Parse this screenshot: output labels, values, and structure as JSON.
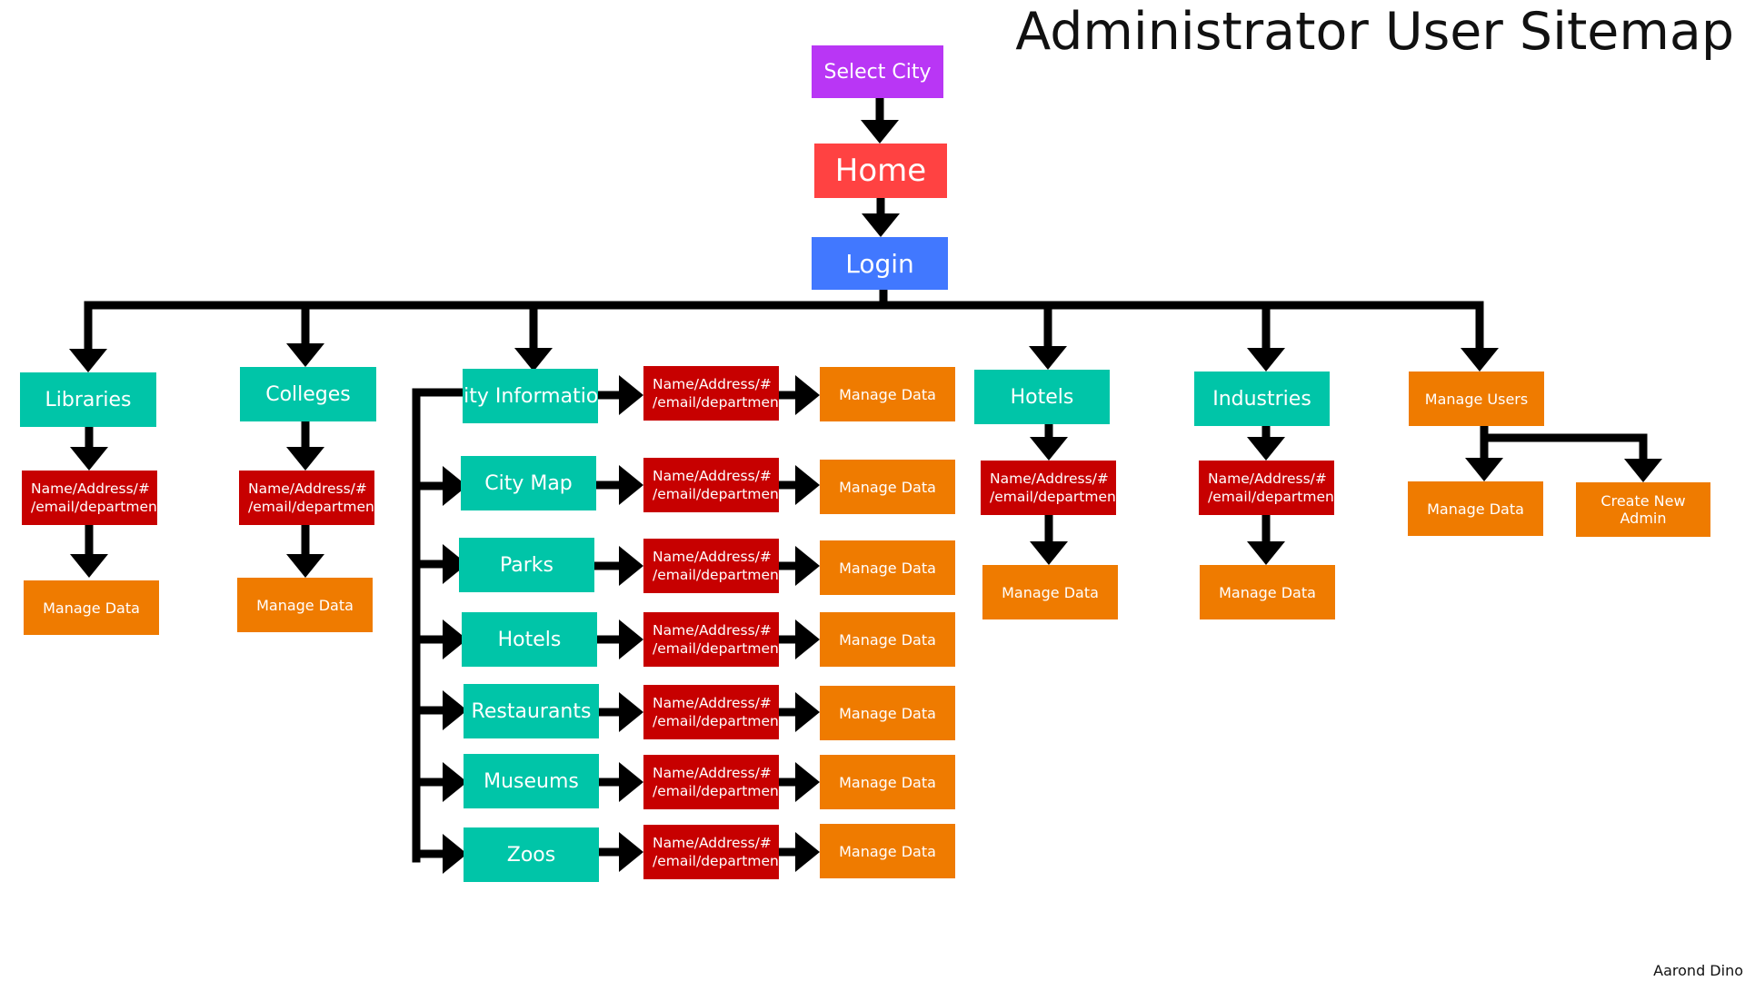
{
  "title": "Administrator User Sitemap",
  "credit": "Aarond Dino",
  "colors": {
    "select_city": "#b936f5",
    "home": "#ff4242",
    "login": "#4178ff",
    "section": "#00c5a8",
    "record": "#c70000",
    "action": "#ef7b00",
    "connector": "#000000"
  },
  "nodes": {
    "select_city": "Select City",
    "home": "Home",
    "login": "Login",
    "libraries": "Libraries",
    "colleges": "Colleges",
    "city_information": "City Information",
    "city_map": "City Map",
    "parks": "Parks",
    "hotels_city": "Hotels",
    "restaurants": "Restaurants",
    "museums": "Museums",
    "zoos": "Zoos",
    "hotels": "Hotels",
    "industries": "Industries",
    "manage_users": "Manage Users",
    "create_new_admin": "Create New Admin",
    "record_line1": "Name/Address/#",
    "record_line2": "/email/department",
    "manage_data": "Manage Data"
  }
}
